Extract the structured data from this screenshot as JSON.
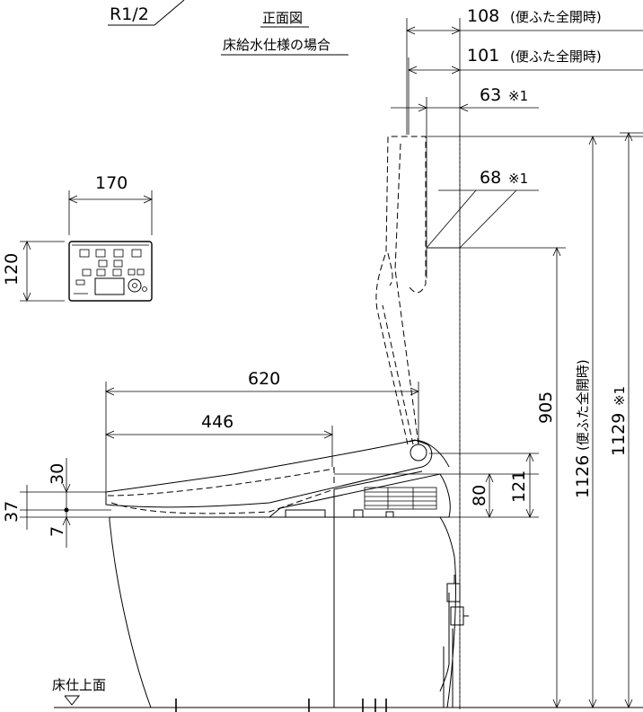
{
  "view": {
    "title": "正面図",
    "subtitle": "床給水仕様の場合",
    "thread_label": "R1/2",
    "floor_label": "床仕上面"
  },
  "dims": {
    "d108": "108",
    "d108_note": "(便ふた全開時)",
    "d101": "101",
    "d101_note": "(便ふた全開時)",
    "d63": "63",
    "d63_mark": "※1",
    "d68": "68",
    "d68_mark": "※1",
    "remote_w": "170",
    "remote_h": "120",
    "d620": "620",
    "d446": "446",
    "d30": "30",
    "d37": "37",
    "d7": "7",
    "d80": "80",
    "d121": "121",
    "d905": "905",
    "d1126": "1126",
    "d1126_note": "(便ふた全開時)",
    "d1129": "1129",
    "d1129_mark": "※1"
  }
}
